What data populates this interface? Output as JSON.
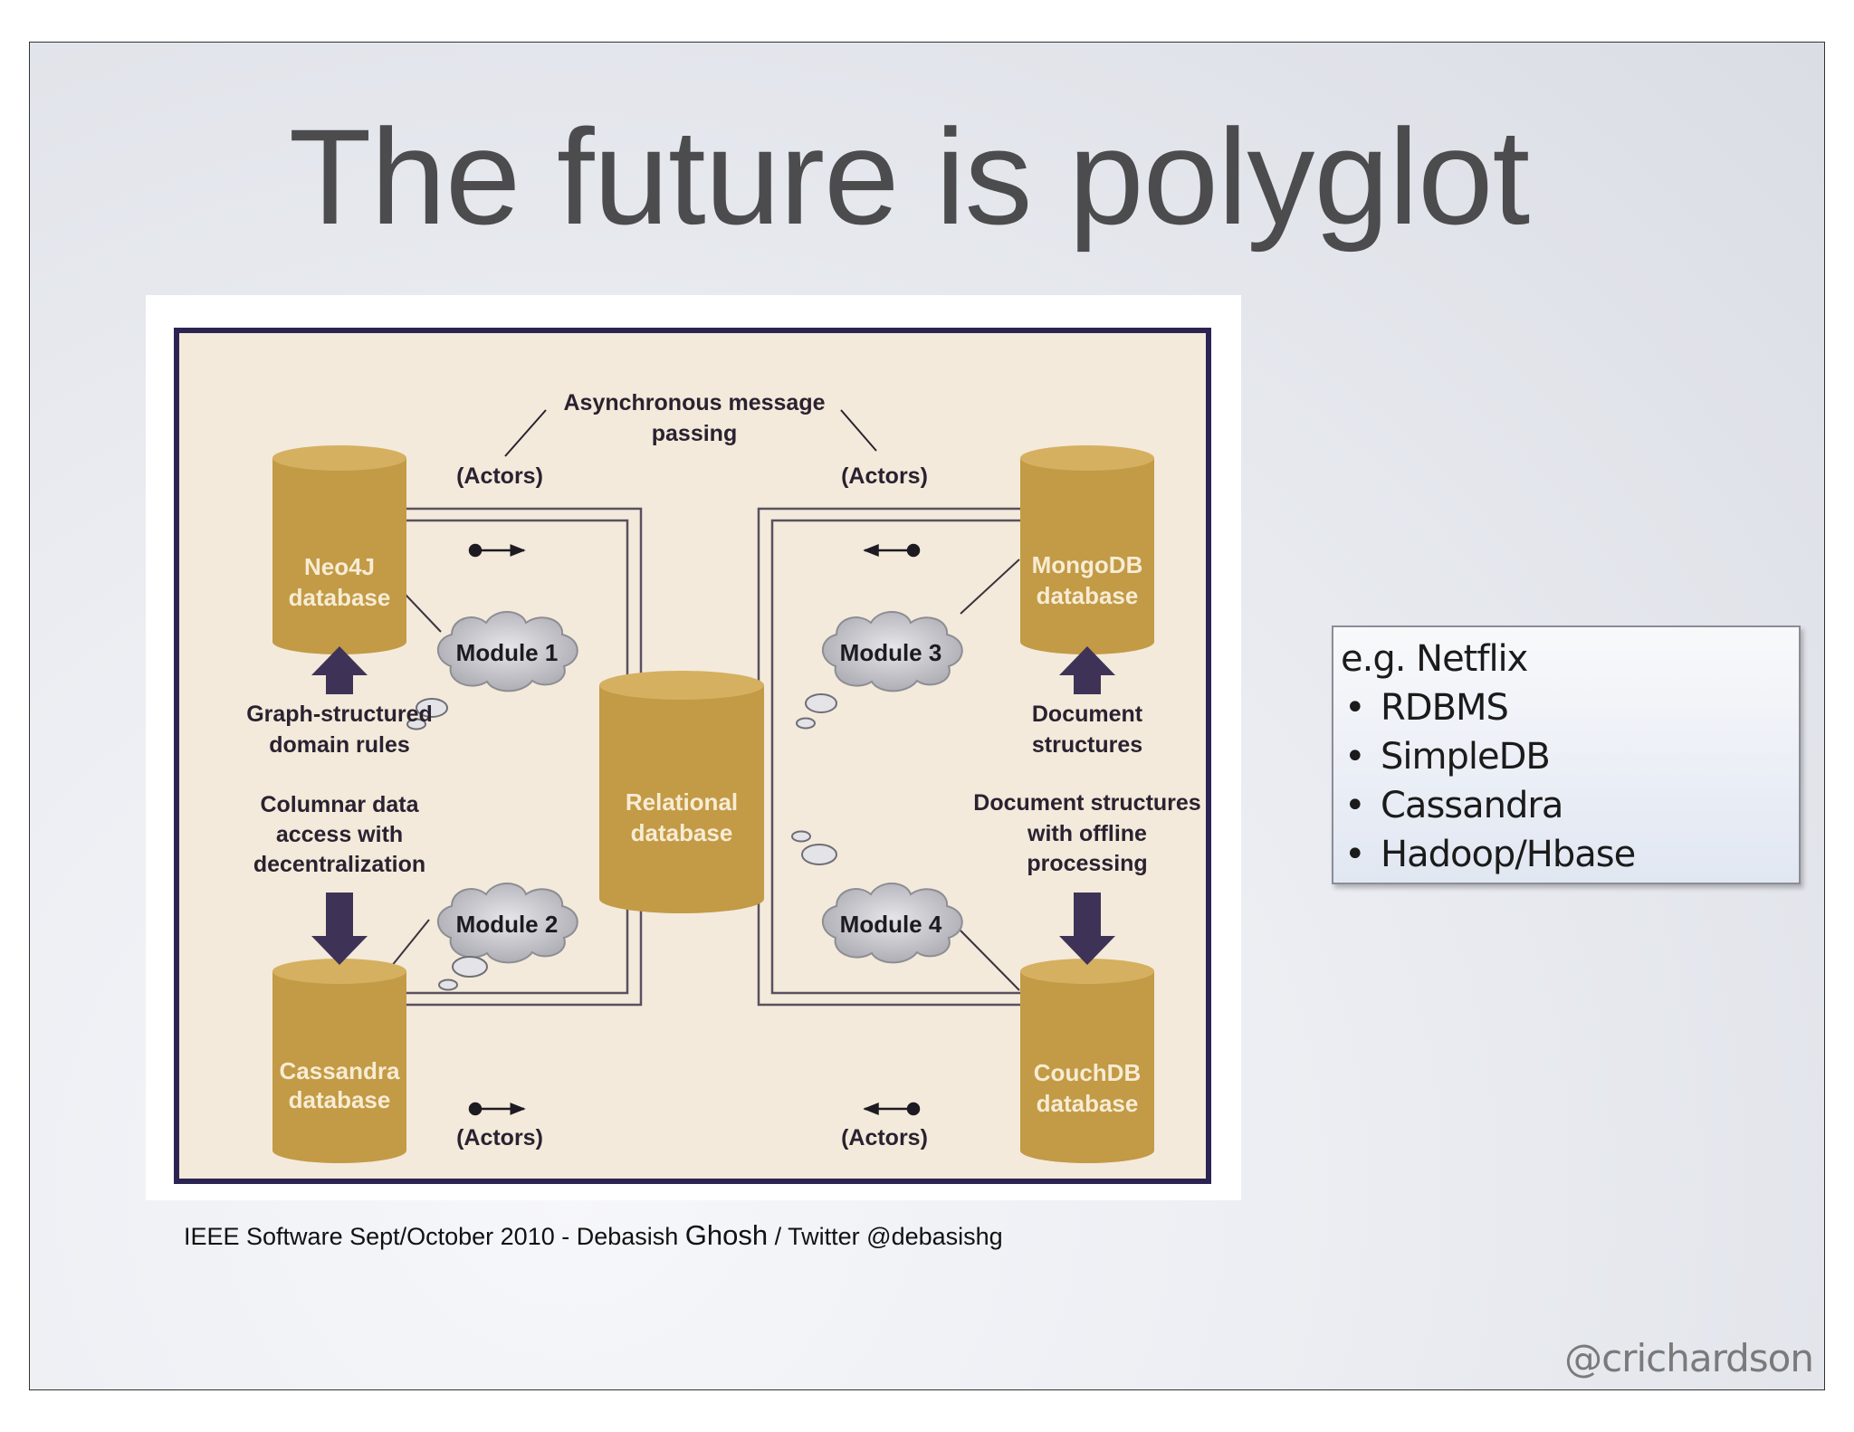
{
  "slide": {
    "title": "The future is polyglot",
    "caption_pre": "IEEE Software Sept/October 2010 - Debasish ",
    "caption_name": "Ghosh",
    "caption_post": " / Twitter @debasishg",
    "handle": "@crichardson"
  },
  "callout": {
    "heading": "e.g. Netflix",
    "items": [
      "RDBMS",
      "SimpleDB",
      "Cassandra",
      "Hadoop/Hbase"
    ]
  },
  "diagram": {
    "async_line1": "Asynchronous message",
    "async_line2": "passing",
    "actors": "(Actors)",
    "databases": {
      "neo4j": [
        "Neo4J",
        "database"
      ],
      "mongodb": [
        "MongoDB",
        "database"
      ],
      "relational": [
        "Relational",
        "database"
      ],
      "cassandra": [
        "Cassandra",
        "database"
      ],
      "couchdb": [
        "CouchDB",
        "database"
      ]
    },
    "modules": [
      "Module 1",
      "Module 2",
      "Module 3",
      "Module 4"
    ],
    "graph_rules": [
      "Graph-structured",
      "domain rules"
    ],
    "columnar": [
      "Columnar data",
      "access with",
      "decentralization"
    ],
    "doc_structures": [
      "Document",
      "structures"
    ],
    "doc_offline": [
      "Document structures",
      "with offline",
      "processing"
    ],
    "colors": {
      "panel": "#f3eadb",
      "border": "#2b2452",
      "cylinder": "#c39a45",
      "cylinder_top": "#d5b060",
      "arrow": "#3e3357",
      "cloud": "#c9c9ce"
    }
  }
}
